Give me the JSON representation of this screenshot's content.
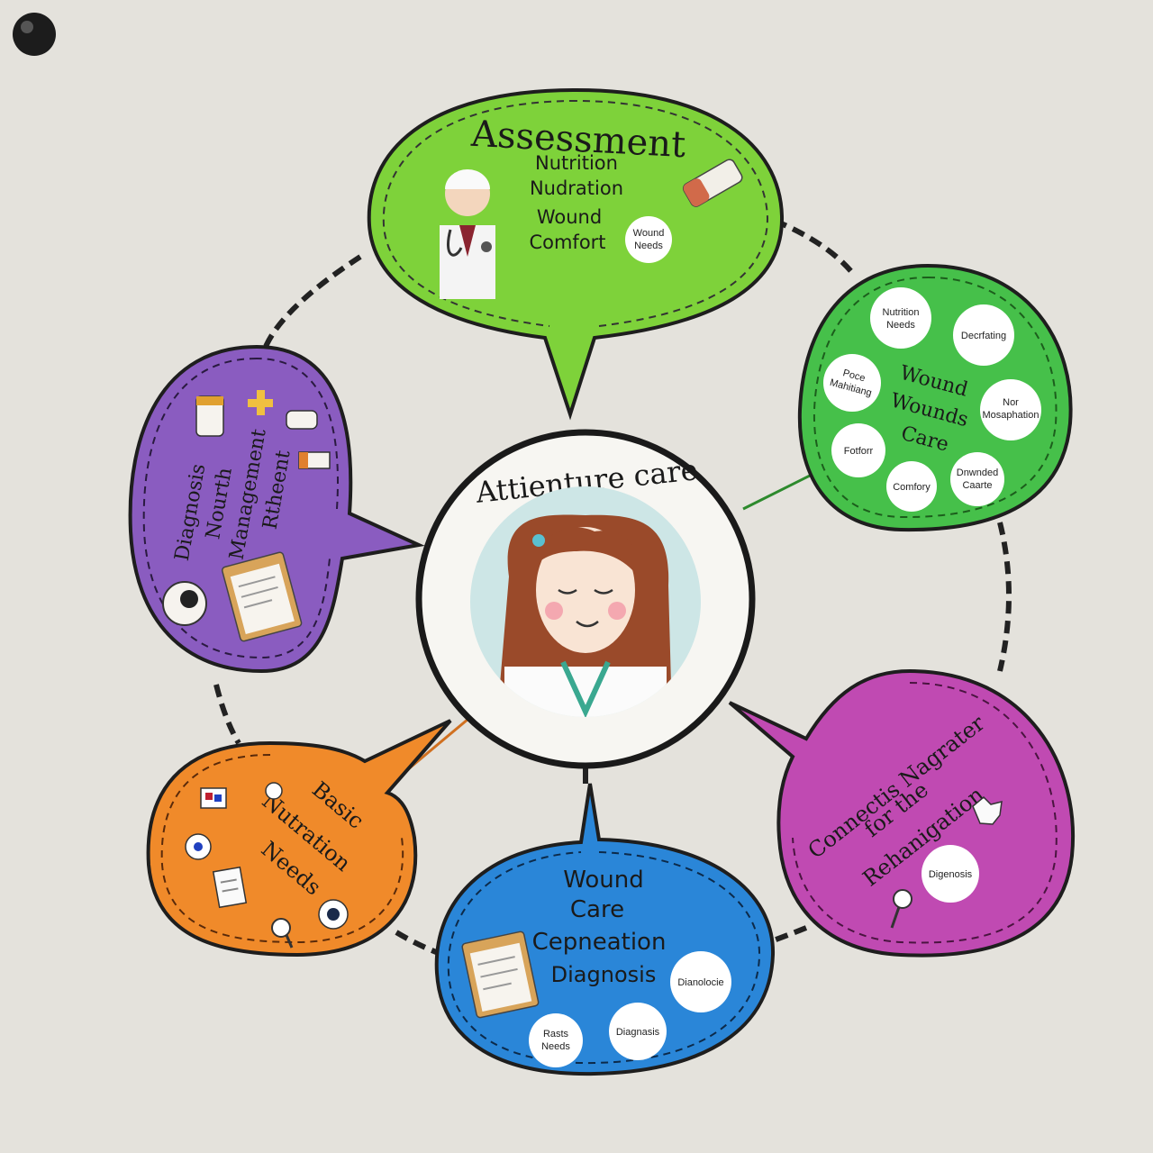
{
  "colors": {
    "background": "#e4e2dc",
    "assessment": "#7ed23a",
    "wound_care_circle": "#46c04a",
    "diagnosis": "#8a5cc0",
    "basic_needs": "#f08a2a",
    "wound_care_diagnosis": "#2a86d8",
    "navigator": "#c04ab2",
    "center_ring": "#1a1a1a"
  },
  "center": {
    "title": "Attienture care"
  },
  "assessment": {
    "title": "Assessment",
    "items": [
      "Nutrition",
      "Nudration",
      "Wound",
      "Comfort"
    ],
    "badge": [
      "Wound",
      "Needs"
    ]
  },
  "wounds_care": {
    "title_lines": [
      "Wound",
      "Wounds",
      "Care"
    ],
    "circles": [
      [
        "Nutrition",
        "Needs"
      ],
      [
        "Decrfating"
      ],
      [
        "Poce",
        "Mahitiang"
      ],
      [
        "Nor",
        "Mosaphation"
      ],
      [
        "Fotforr"
      ],
      [
        "Comfory"
      ],
      [
        "Dnwnded",
        "Caarte"
      ]
    ]
  },
  "diagnosis": {
    "lines": [
      "Diagnosis",
      "Nourth",
      "Management",
      "Rtheent"
    ]
  },
  "basic_needs": {
    "lines": [
      "Basic",
      "Nutration",
      "Needs"
    ]
  },
  "wound_care_diagnosis": {
    "lines": [
      "Wound",
      "Care",
      "Cepneation",
      "Diagnosis"
    ],
    "circles": [
      [
        "Dianolocie"
      ],
      [
        "Diagnasis"
      ],
      [
        "Rasts",
        "Needs"
      ]
    ]
  },
  "navigator": {
    "lines": [
      "Connectis Nagrater",
      "for the",
      "Rehanigation"
    ],
    "badge": "Digenosis"
  },
  "icons": [
    "doctor-icon",
    "bandage-icon",
    "nurse-portrait-icon",
    "clipboard-icon",
    "medicine-jar-icon",
    "plus-icon",
    "pill-icon",
    "stethoscope-icon",
    "magnifier-icon",
    "document-icon",
    "pushpin-icon"
  ]
}
